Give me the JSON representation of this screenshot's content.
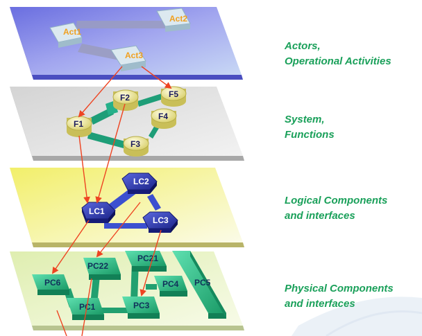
{
  "layers": [
    {
      "id": "operational",
      "line1": "Actors,",
      "line2": "Operational Activities"
    },
    {
      "id": "system",
      "line1": "System,",
      "line2": "Functions"
    },
    {
      "id": "logical",
      "line1": "Logical Components",
      "line2": "and interfaces"
    },
    {
      "id": "physical",
      "line1": "Physical Components",
      "line2": "and interfaces"
    }
  ],
  "nodes": {
    "act1": "Act1",
    "act2": "Act2",
    "act3": "Act3",
    "f1": "F1",
    "f2": "F2",
    "f3": "F3",
    "f4": "F4",
    "f5": "F5",
    "lc1": "LC1",
    "lc2": "LC2",
    "lc3": "LC3",
    "pc1": "PC1",
    "pc21": "PC21",
    "pc22": "PC22",
    "pc3": "PC3",
    "pc4": "PC4",
    "pc5": "PC5",
    "pc6": "PC6"
  },
  "colors": {
    "plane_operational": "#8a8ee8",
    "plane_system": "#e2e2e2",
    "plane_logical": "#f1f0a8",
    "plane_physical": "#ecf3d0",
    "label_text": "#1aa05a",
    "arrow": "#ee4422",
    "actor_text": "#f0a020",
    "function_fill": "#f3eea8",
    "logical_fill": "#2f3aa8",
    "physical_fill": "#2cbc88"
  }
}
